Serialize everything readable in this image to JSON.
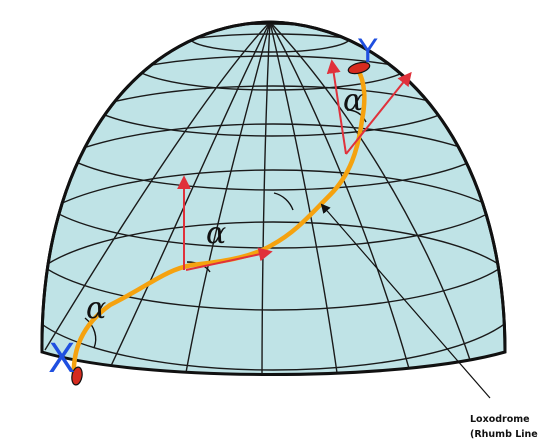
{
  "labels": {
    "start_point": "X",
    "end_point": "Y",
    "angle_symbol": "α",
    "callout_line1": "Loxodrome",
    "callout_line2": "(Rhumb Line"
  },
  "colors": {
    "globe_fill": "#bfe3e6",
    "grid": "#1a1a1a",
    "loxodrome": "#f5a20f",
    "arrow": "#e0313b",
    "endpoint_marker": "#1f4fe0",
    "endpoint_dot": "#d62b1f"
  }
}
